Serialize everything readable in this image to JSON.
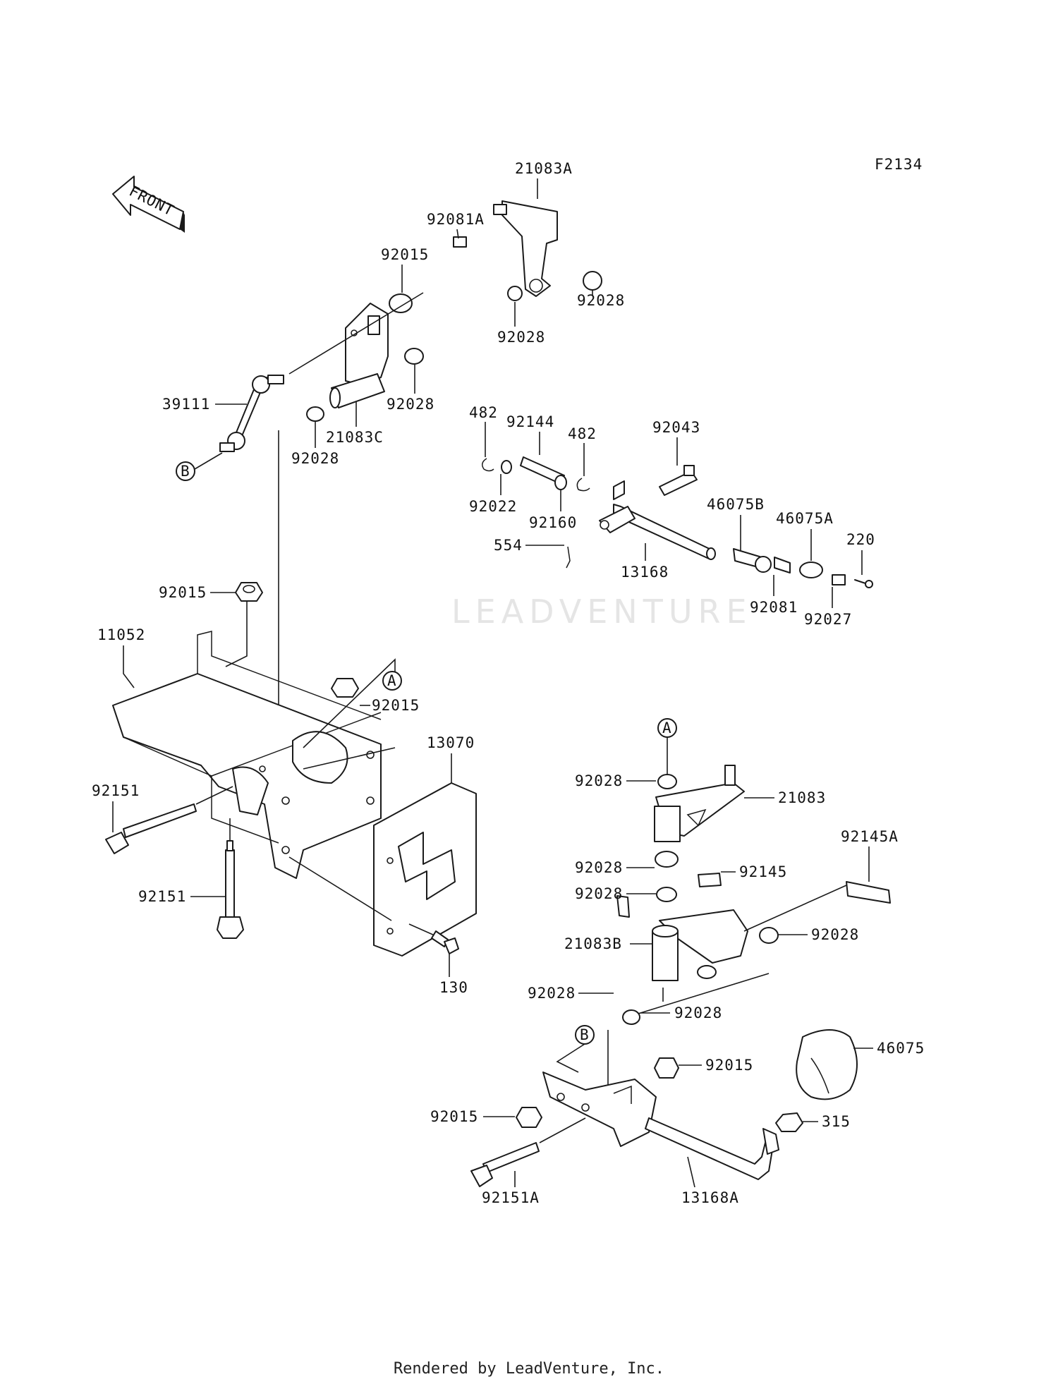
{
  "figure_code": "F2134",
  "front_arrow_label": "FRONT",
  "watermark": "LEADVENTURE",
  "footer": "Rendered by LeadVenture, Inc.",
  "ref_markers": {
    "a": "A",
    "b": "B"
  },
  "labels": {
    "p21083A": "21083A",
    "p92081A": "92081A",
    "p92015_top": "92015",
    "p92028_a": "92028",
    "p92028_b": "92028",
    "p92028_c": "92028",
    "p92028_d": "92028",
    "p39111": "39111",
    "p21083C": "21083C",
    "p482_a": "482",
    "p92144": "92144",
    "p482_b": "482",
    "p92043": "92043",
    "p92022": "92022",
    "p92160": "92160",
    "p554": "554",
    "p46075B": "46075B",
    "p46075A": "46075A",
    "p220": "220",
    "p13168": "13168",
    "p92081": "92081",
    "p92027": "92027",
    "p92015_frame": "92015",
    "p11052": "11052",
    "p92015_right": "92015",
    "p13070": "13070",
    "p92151_a": "92151",
    "p92151_b": "92151",
    "p130": "130",
    "p92028_e": "92028",
    "p21083": "21083",
    "p92145A": "92145A",
    "p92028_f": "92028",
    "p92145": "92145",
    "p92028_g": "92028",
    "p92028_h": "92028",
    "p21083B": "21083B",
    "p92028_i": "92028",
    "p92028_j": "92028",
    "p92015_low": "92015",
    "p46075": "46075",
    "p92015_left": "92015",
    "p315": "315",
    "p92151A": "92151A",
    "p13168A": "13168A"
  }
}
